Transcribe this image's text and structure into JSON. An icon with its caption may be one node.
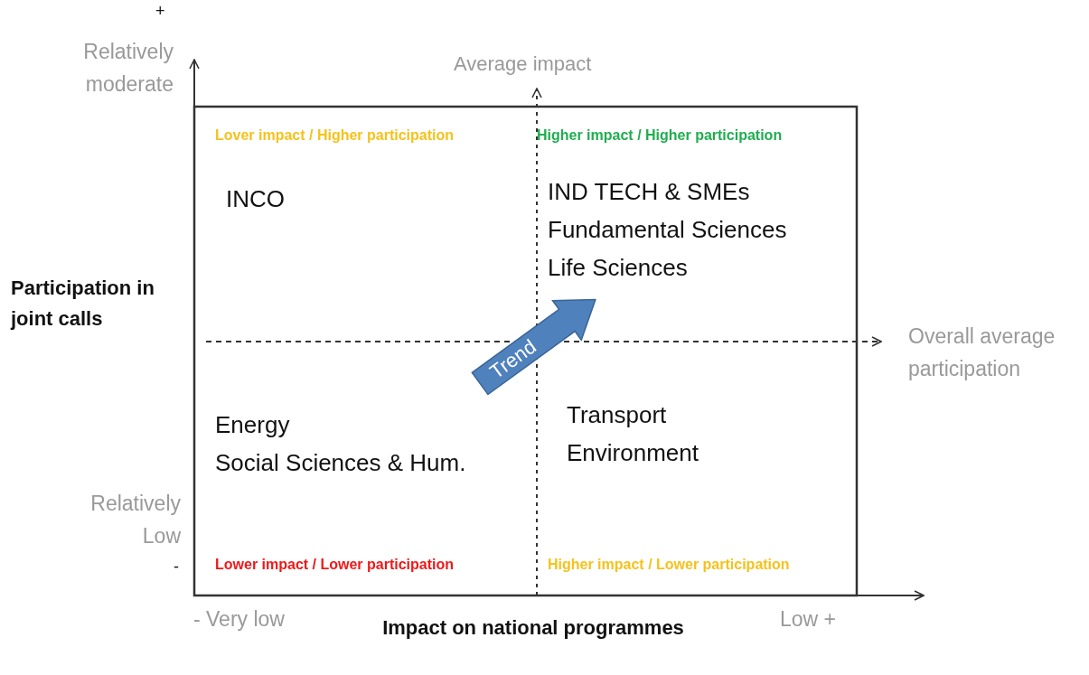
{
  "diagram": {
    "nodes": [
      {
        "text": [
          "Trend"
        ]
      }
    ],
    "labels": [
      "+",
      "Relatively moderate",
      "Average impact",
      "Lover impact / Higher participation",
      "Higher impact / Higher participation",
      "INCO",
      "IND TECH & SMEs",
      "Fundamental Sciences",
      "Life Sciences",
      "Participation in joint calls",
      "Overall average participation",
      "Energy",
      "Social Sciences & Hum.",
      "Transport",
      "Environment",
      "Relatively Low",
      "-",
      "Lower impact / Lower participation",
      "Higher impact / Lower participation",
      "- Very low",
      "Low +",
      "Impact on national programmes"
    ]
  }
}
